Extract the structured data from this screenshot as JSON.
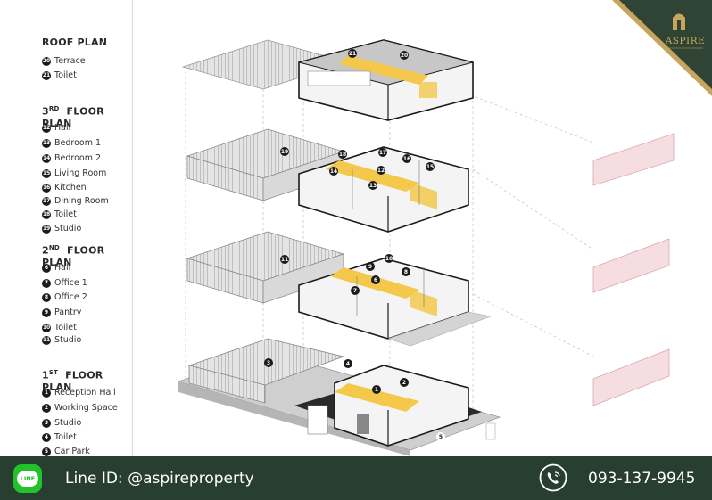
{
  "brand": {
    "name": "ASPIRE",
    "gold": "#c8a55e",
    "green": "#283e31"
  },
  "sections": [
    {
      "id": "roof",
      "title": "ROOF PLAN",
      "items": [
        {
          "num": "20",
          "label": "Terrace"
        },
        {
          "num": "21",
          "label": "Toilet"
        }
      ]
    },
    {
      "id": "third",
      "ord": "3",
      "sup": "RD",
      "title": "FLOOR PLAN",
      "items": [
        {
          "num": "12",
          "label": "Hall"
        },
        {
          "num": "13",
          "label": "Bedroom 1"
        },
        {
          "num": "14",
          "label": "Bedroom 2"
        },
        {
          "num": "15",
          "label": "Living Room"
        },
        {
          "num": "16",
          "label": "Kitchen"
        },
        {
          "num": "17",
          "label": "Dining Room"
        },
        {
          "num": "18",
          "label": "Toilet"
        },
        {
          "num": "19",
          "label": "Studio"
        }
      ]
    },
    {
      "id": "second",
      "ord": "2",
      "sup": "ND",
      "title": "FLOOR PLAN",
      "items": [
        {
          "num": "6",
          "label": "Hall"
        },
        {
          "num": "7",
          "label": "Office 1"
        },
        {
          "num": "8",
          "label": "Office 2"
        },
        {
          "num": "9",
          "label": "Pantry"
        },
        {
          "num": "10",
          "label": "Toilet"
        },
        {
          "num": "11",
          "label": "Studio"
        }
      ]
    },
    {
      "id": "first",
      "ord": "1",
      "sup": "ST",
      "title": "FLOOR PLAN",
      "items": [
        {
          "num": "1",
          "label": "Reception Hall"
        },
        {
          "num": "2",
          "label": "Working Space"
        },
        {
          "num": "3",
          "label": "Studio"
        },
        {
          "num": "4",
          "label": "Toilet"
        },
        {
          "num": "5",
          "label": "Car Park"
        }
      ]
    }
  ],
  "footer": {
    "line_badge": "LINE",
    "line_id": "Line ID: @aspireproperty",
    "phone": "093-137-9945",
    "line_icon": "line-app-icon",
    "phone_icon": "phone-icon"
  },
  "colors": {
    "highlight": "#f3c84b",
    "pink": "#f6dde2",
    "ink": "#1b1b1b"
  }
}
